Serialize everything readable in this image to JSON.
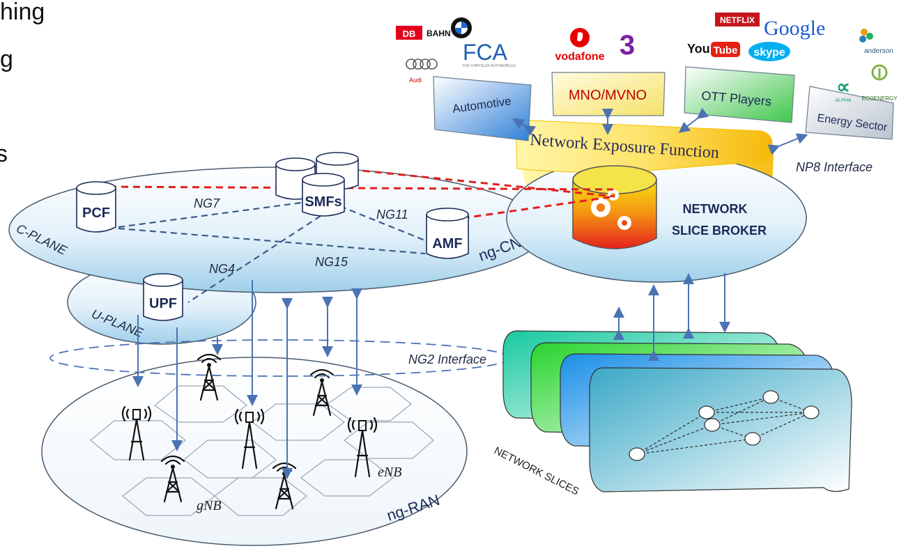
{
  "top_left_fragments": [
    "hing",
    "g",
    "s"
  ],
  "sectors": [
    {
      "label": "Automotive",
      "logos": [
        "DB",
        "BAHN",
        "FCA",
        "Audi",
        "FIAT CHRYSLER AUTOMOBILES"
      ]
    },
    {
      "label": "MNO/MVNO",
      "logos": [
        "vodafone",
        "3"
      ]
    },
    {
      "label": "OTT Players",
      "logos": [
        "NETFLIX",
        "Google",
        "You",
        "Tube",
        "skype"
      ]
    },
    {
      "label": "Energy Sector",
      "logos": [
        "anderson",
        "ALPHA",
        "ECOENERGY"
      ]
    }
  ],
  "nef_label": "Network Exposure Function",
  "np8_label": "NP8 Interface",
  "broker_label_line1": "NETWORK",
  "broker_label_line2": "SLICE BROKER",
  "core": {
    "cplane": "C-PLANE",
    "ngcn": "ng-CN",
    "pcf": "PCF",
    "smfs": "SMFs",
    "amf": "AMF",
    "ng7": "NG7",
    "ng11": "NG11",
    "ng15": "NG15",
    "ng4": "NG4"
  },
  "uplane": {
    "label": "U-PLANE",
    "upf": "UPF"
  },
  "ng2_label": "NG2 Interface",
  "ran": {
    "label": "ng-RAN",
    "gnb": "gNB",
    "enb": "eNB"
  },
  "slices_label": "NETWORK SLICES",
  "colors": {
    "broker_top": "#f5d900",
    "broker_bottom": "#e8201e",
    "slice_dash": "#2a2a2a"
  }
}
